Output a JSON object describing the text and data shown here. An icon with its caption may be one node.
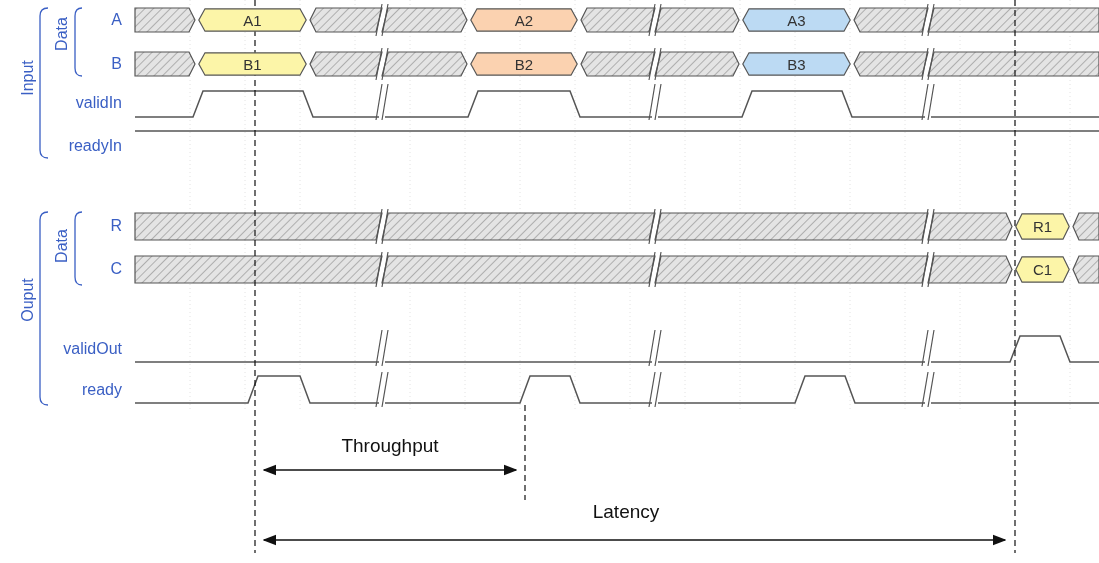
{
  "diagram": {
    "nodes": [
      {
        "text": [
          "A1"
        ]
      },
      {
        "text": [
          "A2"
        ]
      },
      {
        "text": [
          "A3"
        ]
      },
      {
        "text": [
          "B1"
        ]
      },
      {
        "text": [
          "B2"
        ]
      },
      {
        "text": [
          "B3"
        ]
      },
      {
        "text": [
          "R1"
        ]
      },
      {
        "text": [
          "C1"
        ]
      }
    ],
    "labels": [
      "Data",
      "A",
      "B",
      "Input",
      "validIn",
      "readyIn",
      "Data",
      "R",
      "C",
      "Ouput",
      "validOut",
      "ready",
      "Throughput",
      "Latency"
    ]
  }
}
